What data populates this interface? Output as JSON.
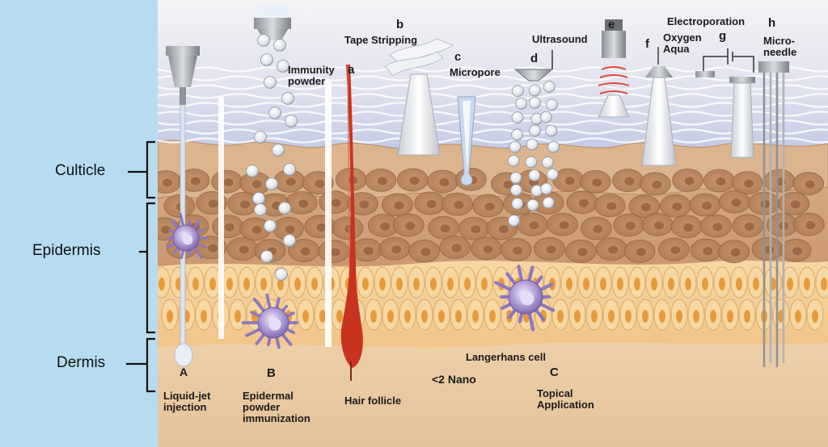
{
  "layers": {
    "cuticle": "Culticle",
    "epidermis": "Epidermis",
    "dermis": "Dermis"
  },
  "methods": {
    "a": {
      "letter": "a",
      "name": "Immunity\npowder"
    },
    "b": {
      "letter": "b",
      "name": "Tape Stripping"
    },
    "c": {
      "letter": "c",
      "name": "Micropore"
    },
    "d": {
      "letter": "d",
      "name": "Ultrasound"
    },
    "e": {
      "letter": "e",
      "name": "Electroporation"
    },
    "f": {
      "letter": "f",
      "name": "Oxygen\nAqua"
    },
    "g": {
      "letter": "g"
    },
    "h": {
      "letter": "h",
      "name": "Micro-\nneedle"
    }
  },
  "routes": {
    "A": {
      "letter": "A",
      "name": "Liquid-jet\ninjection"
    },
    "B": {
      "letter": "B",
      "name": "Epidermal\npowder\nimmunization"
    },
    "hair": {
      "name": "Hair follicle"
    },
    "nano": {
      "name": "<2 Nano"
    },
    "C": {
      "letter": "C",
      "name": "Topical\nApplication"
    }
  },
  "cells": {
    "langerhans": "Langerhans cell"
  },
  "colors": {
    "background": "#b7dbef",
    "sky": "#c4cfe8",
    "cuticle_tissue": "#dcb58e",
    "epidermis_tissue": "#cfa07a",
    "basal_layer": "#f2c78a",
    "dermis": "#eccfa7",
    "langerhans": "#9c88c6",
    "hair": "#c8331f",
    "device": "#aeb2b7"
  }
}
